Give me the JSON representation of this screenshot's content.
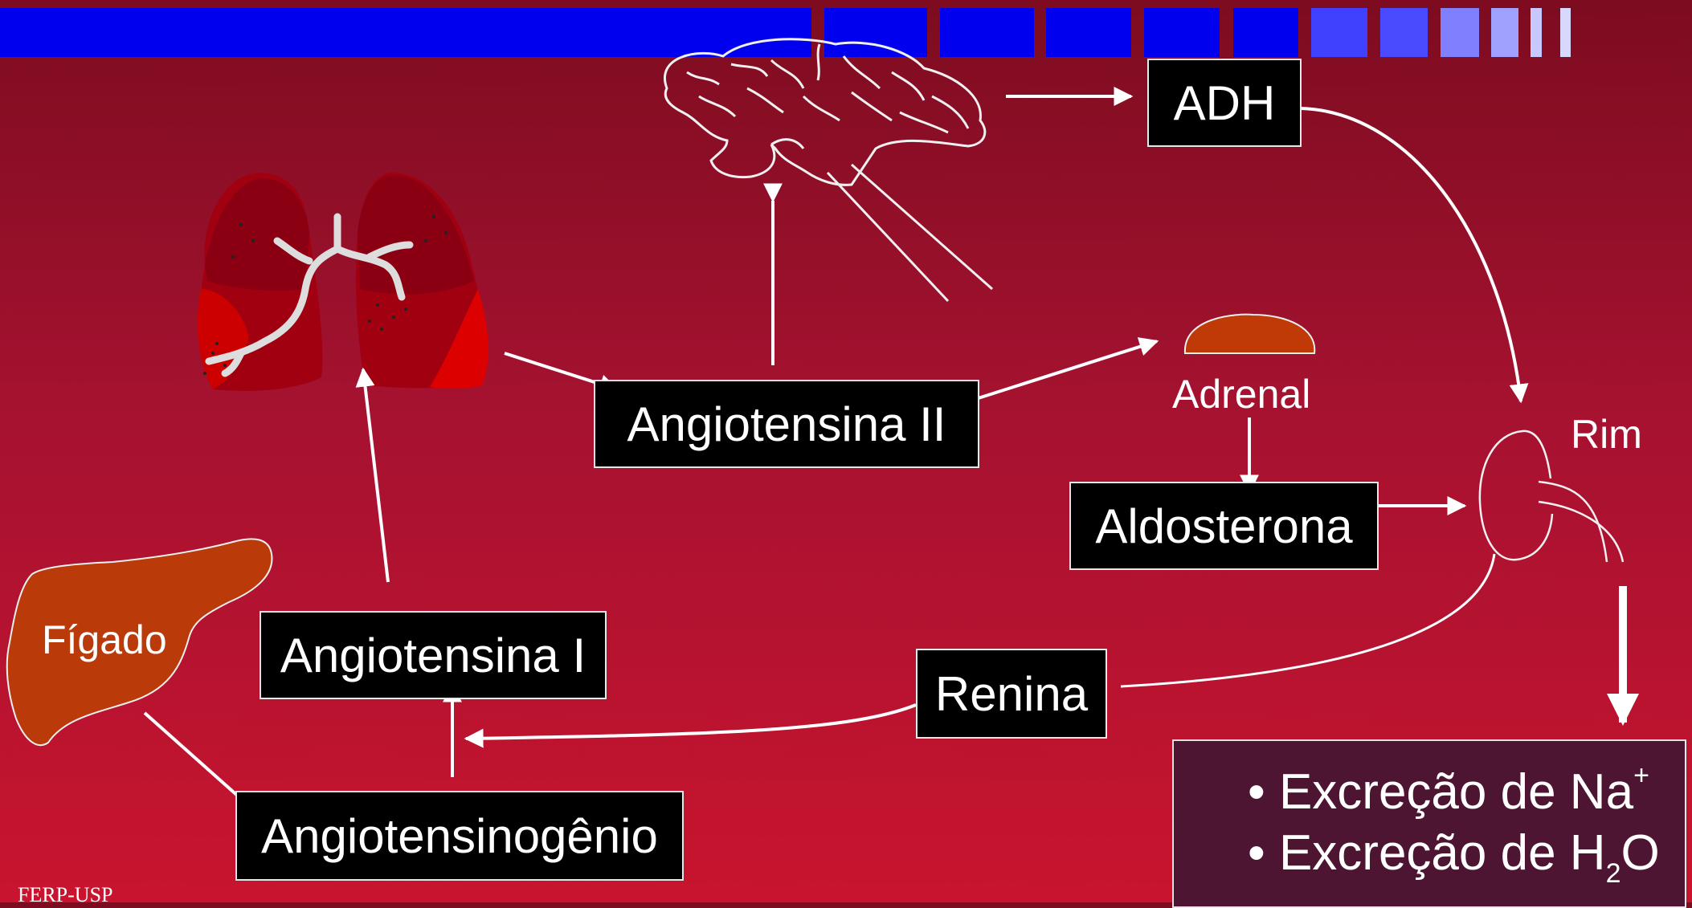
{
  "boxes": {
    "adh": "ADH",
    "angiotensina_ii": "Angiotensina II",
    "aldosterona": "Aldosterona",
    "angiotensina_i": "Angiotensina I",
    "renina": "Renina",
    "angiotensinogenio": "Angiotensinogênio"
  },
  "labels": {
    "adrenal": "Adrenal",
    "rim": "Rim",
    "figado": "Fígado"
  },
  "result": {
    "line1_text": "Excreção de Na",
    "line1_sup": "+",
    "line2_text": "Excreção de H",
    "line2_sub": "2",
    "line2_tail": "O"
  },
  "footer": "FERP-USP",
  "colors": {
    "title_bar": "#0000ff",
    "liver": "#bb3a0a",
    "adrenal": "#c03a08",
    "lung_dark": "#8a0010",
    "lung_light": "#cc0000",
    "result_bg": "#4e1532"
  },
  "icons": [
    "brain-icon",
    "lungs-icon",
    "liver-icon",
    "adrenal-gland-icon",
    "kidney-icon"
  ]
}
